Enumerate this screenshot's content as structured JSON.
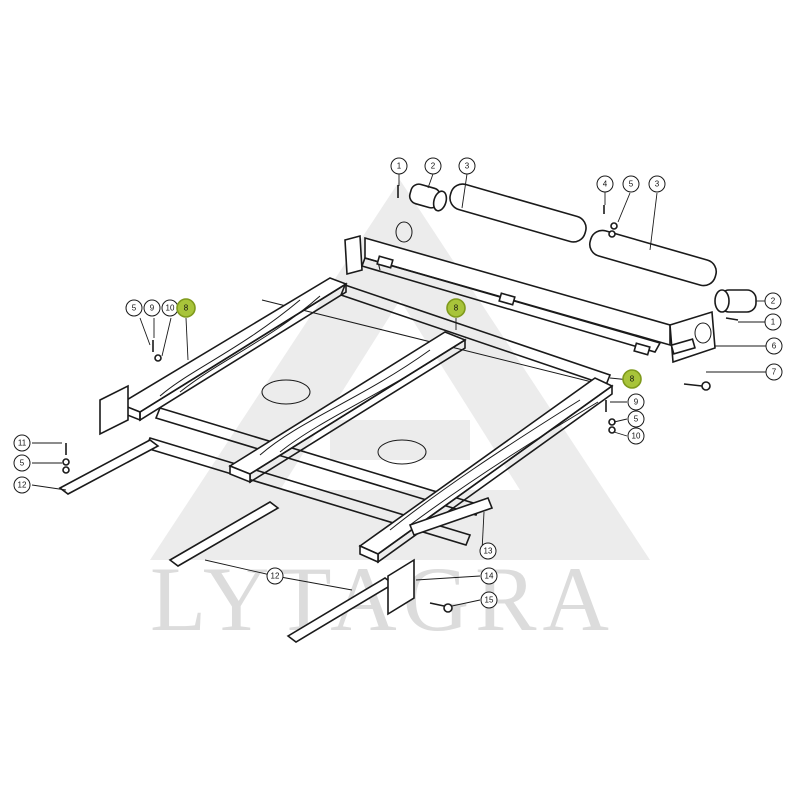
{
  "watermark": {
    "text": "LYTAGRA"
  },
  "highlight_color": "#a8c43a",
  "callouts": [
    {
      "label": "1"
    },
    {
      "label": "2"
    },
    {
      "label": "3"
    },
    {
      "label": "4"
    },
    {
      "label": "5"
    },
    {
      "label": "3"
    },
    {
      "label": "2"
    },
    {
      "label": "1"
    },
    {
      "label": "6"
    },
    {
      "label": "7"
    },
    {
      "label": "5"
    },
    {
      "label": "9"
    },
    {
      "label": "10"
    },
    {
      "label": "8",
      "highlighted": true
    },
    {
      "label": "8",
      "highlighted": true
    },
    {
      "label": "8",
      "highlighted": true
    },
    {
      "label": "9"
    },
    {
      "label": "5"
    },
    {
      "label": "10"
    },
    {
      "label": "11"
    },
    {
      "label": "5"
    },
    {
      "label": "12"
    },
    {
      "label": "13"
    },
    {
      "label": "12"
    },
    {
      "label": "14"
    },
    {
      "label": "15"
    }
  ]
}
